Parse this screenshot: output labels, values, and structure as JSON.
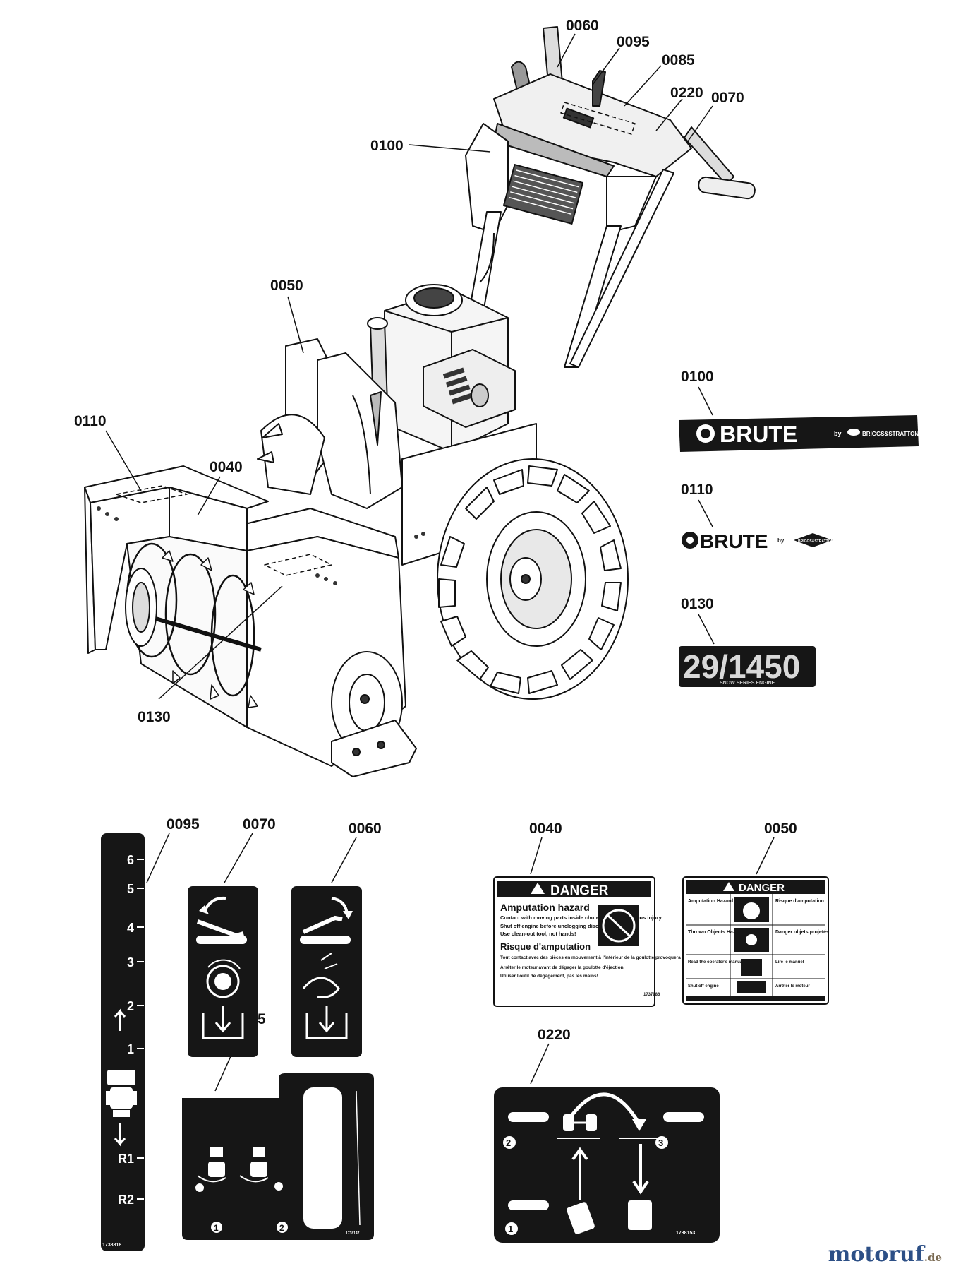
{
  "callouts": {
    "top": [
      "0060",
      "0095",
      "0085",
      "0220",
      "0070",
      "0100",
      "0050",
      "0110",
      "0040",
      "0130"
    ],
    "side": [
      "0100",
      "0110",
      "0130"
    ],
    "bottom": [
      "0095",
      "0070",
      "0060",
      "0040",
      "0050",
      "0085",
      "0220"
    ]
  },
  "decals": {
    "brute_word": "BRUTE",
    "by": "by",
    "briggs": "BRIGGS&STRATTON",
    "engine_badge": "29/1450",
    "engine_sub": "SNOW SERIES ENGINE",
    "gear_numbers": [
      "6",
      "5",
      "4",
      "3",
      "2",
      "1",
      "R1",
      "R2"
    ],
    "gear_part_no": "1738818",
    "d85_part_no": "1738147",
    "d220_part_no": "1738153",
    "step_numbers": [
      "1",
      "2",
      "3"
    ],
    "danger_header": "DANGER",
    "danger_40": {
      "hazard_en": "Amputation hazard",
      "text_en": "Contact with moving parts inside chute will cause serious injury.",
      "bullets_en": [
        "Shut off engine before unclogging discharge chute.",
        "Use clean-out tool, not hands!"
      ],
      "hazard_fr": "Risque d'amputation",
      "text_fr": "Tout contact avec des pièces en mouvement à l'intérieur de la goulotte provoquera de graves blessures.",
      "bullets_fr": [
        "Arrêter le moteur avant de dégager la goulotte d'éjection.",
        "Utiliser l'outil de dégagement, pas les mains!"
      ],
      "part_no": "1737986"
    },
    "danger_50": {
      "rows": [
        {
          "en": "Amputation Hazard",
          "fr": "Risque d'amputation"
        },
        {
          "en": "Thrown Objects Hazard",
          "fr": "Danger objets projetés"
        },
        {
          "en": "Read the operator's manual",
          "fr": "Lire le manuel"
        },
        {
          "en": "Shut off engine",
          "fr": "Arrêter le moteur"
        }
      ]
    }
  },
  "watermark": {
    "brand": "motoruf",
    "tld": ".de"
  },
  "colors": {
    "ink": "#111111",
    "decal": "#161616",
    "wm_blue": "#2c4f86",
    "wm_red": "#c8272c"
  }
}
